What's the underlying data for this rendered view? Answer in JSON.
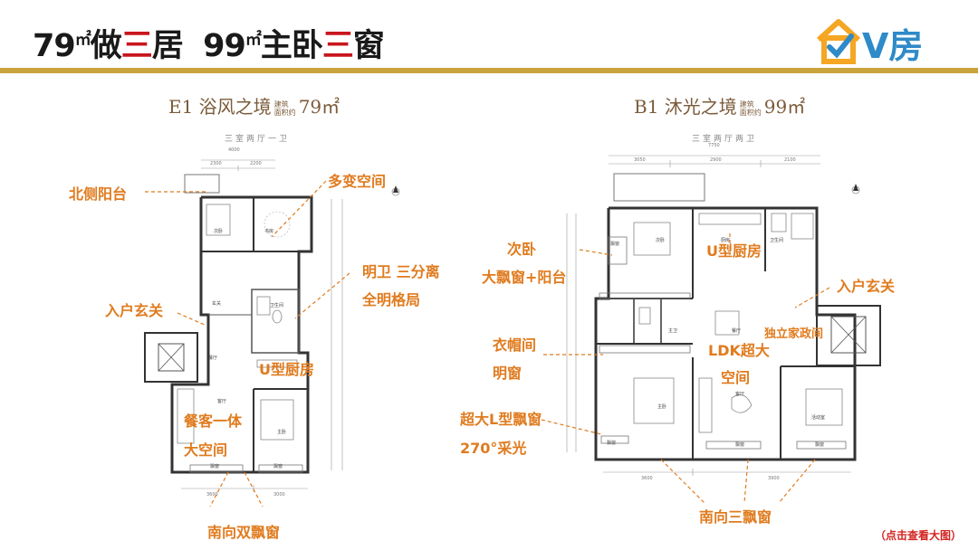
{
  "header": {
    "part1": "79",
    "unit": "㎡",
    "part2": "做",
    "hl1": "三",
    "part3": "居  99",
    "part4": "主卧",
    "hl2": "三",
    "part5": "窗"
  },
  "logo": {
    "text": "V房",
    "color": "#2e8ac8",
    "accent": "#f5a623"
  },
  "plan_e1": {
    "title_prefix": "E1 浴风之境",
    "area_tag_line1": "建筑",
    "area_tag_line2": "面积约",
    "area": "79㎡",
    "subtitle": "三室两厅一卫",
    "dims": {
      "total": "4000",
      "left": "2300",
      "right": "2200",
      "bottom_left": "3600",
      "bottom_right": "3000"
    },
    "rooms": {
      "r1": "次卧",
      "r2": "书房",
      "r3": "玄关",
      "r4": "卫生间",
      "r5": "餐厅",
      "r6": "客厅",
      "r7": "主卧",
      "r8": "飘窗",
      "r9": "飘窗"
    }
  },
  "plan_b1": {
    "title_prefix": "B1 沐光之境",
    "area_tag_line1": "建筑",
    "area_tag_line2": "面积约",
    "area": "99㎡",
    "subtitle": "三室两厅两卫",
    "dims": {
      "total": "7750",
      "d1": "3050",
      "d2": "2900",
      "d3": "2100",
      "bottom_left": "3600",
      "bottom_right": "3900"
    },
    "rooms": {
      "r1": "次卧",
      "r2": "厨房",
      "r3": "卫生间",
      "r4": "主卫",
      "r5": "餐厅",
      "r6": "主卧",
      "r7": "客厅",
      "r8": "活动室",
      "r9": "飘窗",
      "r10": "飘窗",
      "r11": "飘窗",
      "r12": "飘窗"
    }
  },
  "annotations_left": {
    "north_balcony": "北侧阳台",
    "flex_space": "多变空间",
    "entry_foyer": "入户玄关",
    "bath_line1": "明卫 三分离",
    "bath_line2": "全明格局",
    "kitchen": "U型厨房",
    "dining_line1": "餐客一体",
    "dining_line2": "大空间",
    "south_windows": "南向双飘窗"
  },
  "annotations_right": {
    "second_bed_line1": "次卧",
    "second_bed_line2": "大飘窗+阳台",
    "kitchen": "U型厨房",
    "entry_foyer": "入户玄关",
    "housekeeping": "独立家政间",
    "closet_line1": "衣帽间",
    "closet_line2": "明窗",
    "ldk_line1": "LDK超大",
    "ldk_line2": "空间",
    "lwin_line1": "超大L型飘窗",
    "lwin_line2": "270°采光",
    "south_windows": "南向三飘窗"
  },
  "cta": "（点击查看大图）",
  "colors": {
    "highlight": "#c8161d",
    "gold": "#c9a33c",
    "annotation": "#e07b1e",
    "title": "#7b5b3a"
  }
}
